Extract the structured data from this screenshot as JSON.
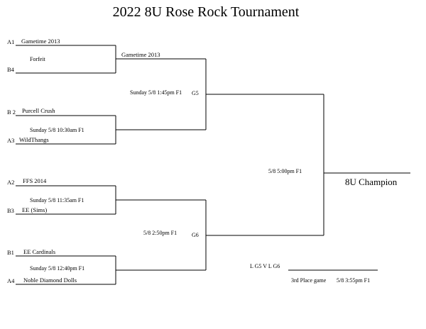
{
  "title": "2022 8U Rose Rock Tournament",
  "round1": [
    {
      "top_seed": "A1",
      "top_team": "Gametime 2013",
      "info": "Forfeit",
      "bottom_seed": "B4",
      "bottom_team": ""
    },
    {
      "top_seed": "B 2",
      "top_team": "Purcell Crush",
      "info": "Sunday 5/8 10:30am F1",
      "bottom_seed": "A3",
      "bottom_team": "WildThangs"
    },
    {
      "top_seed": "A2",
      "top_team": "FFS 2014",
      "info": "Sunday 5/8 11:35am F1",
      "bottom_seed": "B3",
      "bottom_team": "EE (Sims)"
    },
    {
      "top_seed": "B1",
      "top_team": "EE Cardinals",
      "info": "Sunday 5/8 12:40pm F1",
      "bottom_seed": "A4",
      "bottom_team": "Noble Diamond Dolls"
    }
  ],
  "round2": [
    {
      "top_team": "Gametime 2013",
      "info": "Sunday 5/8 1:45pm F1",
      "game": "G5"
    },
    {
      "top_team": "",
      "info": "5/8 2:50pm F1",
      "game": "G6"
    }
  ],
  "final": {
    "info": "5/8 5:00pm F1",
    "winner_label": "8U Champion"
  },
  "third_place": {
    "matchup": "L G5 V L G6",
    "label": "3rd Place game",
    "info": "5/8 3:55pm F1"
  }
}
